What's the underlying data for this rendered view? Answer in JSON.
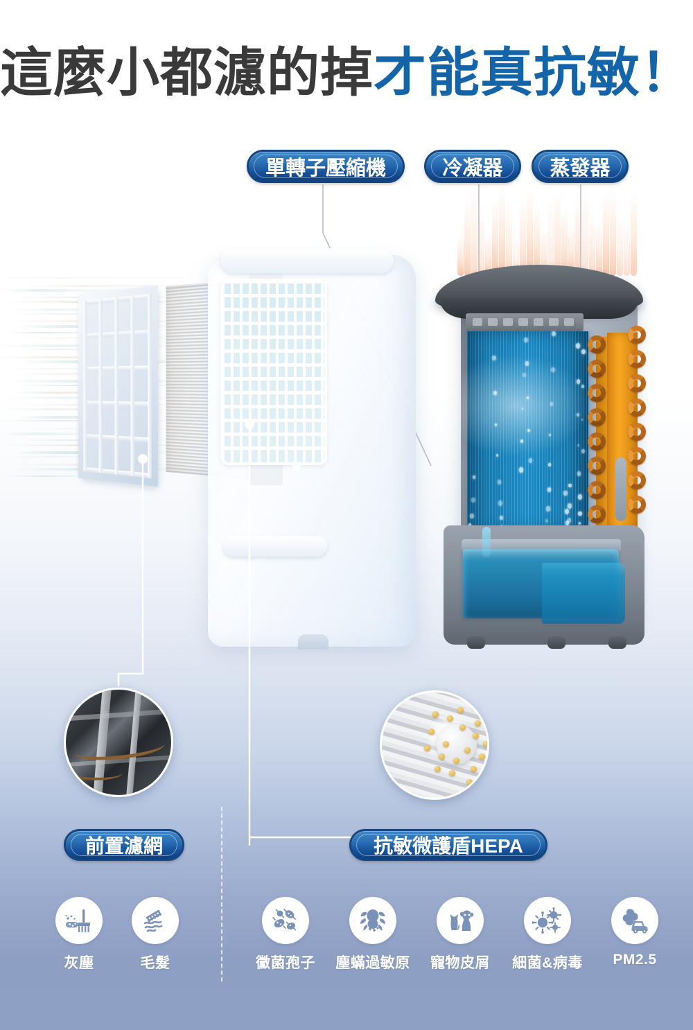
{
  "headline": {
    "part1": "這麼小都濾的掉",
    "part2": "才能真抗敏！",
    "color_dark": "#3a3a3a",
    "color_blue": "#1464aa"
  },
  "component_labels": [
    {
      "id": "compressor",
      "text": "單轉子壓縮機"
    },
    {
      "id": "condenser",
      "text": "冷凝器"
    },
    {
      "id": "evaporator",
      "text": "蒸發器"
    }
  ],
  "filter_labels": [
    {
      "id": "prefilter",
      "text": "前置濾網"
    },
    {
      "id": "hepa",
      "text": "抗敏微護盾HEPA"
    }
  ],
  "filter_groups": {
    "prefilter": {
      "icons": [
        {
          "icon": "dust-broom-icon",
          "label": "灰塵"
        },
        {
          "icon": "hair-comb-icon",
          "label": "毛髮"
        }
      ]
    },
    "hepa": {
      "icons": [
        {
          "icon": "mold-spore-icon",
          "label": "黴菌孢子"
        },
        {
          "icon": "dust-mite-icon",
          "label": "塵蟎過敏原"
        },
        {
          "icon": "pet-dander-icon",
          "label": "寵物皮屑"
        },
        {
          "icon": "virus-icon",
          "label": "細菌&病毒"
        },
        {
          "icon": "pm25-smog-icon",
          "label": "PM2.5"
        }
      ]
    }
  },
  "photos": [
    {
      "id": "hair-on-prefilter",
      "caption_ref": "prefilter"
    },
    {
      "id": "particles-on-hepa-fibers",
      "caption_ref": "hepa"
    }
  ],
  "palette": {
    "pill_border": "#15467e",
    "pill_fill_top": "#3e87c8",
    "pill_fill_bottom": "#0d3f7f",
    "bg_top": "#ffffff",
    "bg_bottom": "#8fa0c5",
    "evaporator_blue": "#1e96d4",
    "condenser_orange": "#f5a623",
    "hepa_frame_navy": "#22304a",
    "icon_glyph": "#7b92b8"
  }
}
